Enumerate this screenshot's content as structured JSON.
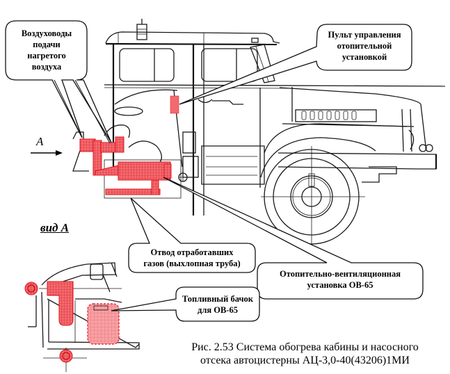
{
  "figure": {
    "caption_line1": "Рис. 2.53 Система обогрева кабины и насосного",
    "caption_line2": "отсека автоцистерны АЦ-3,0-40(43206)1МИ"
  },
  "callouts": {
    "air_ducts": [
      "Воздуховоды",
      "подачи",
      "нагретого",
      "воздуха"
    ],
    "control_panel": [
      "Пульт управления",
      "отопительной",
      "установкой"
    ],
    "exhaust": [
      "Отвод отработавших",
      "газов (выхлопная труба)"
    ],
    "heater_unit": [
      "Отопительно-вентиляционная",
      "установка ОВ-65"
    ],
    "fuel_tank": [
      "Топливный бачок",
      "для ОВ-65"
    ]
  },
  "view_arrow": {
    "letter": "A"
  },
  "view_label": "вид А",
  "colors": {
    "highlight": "#e0141e",
    "highlight_fill": "#f26a6f",
    "line": "#1a1a1a"
  },
  "icons": {
    "view_arrow": "arrow-right-icon"
  }
}
